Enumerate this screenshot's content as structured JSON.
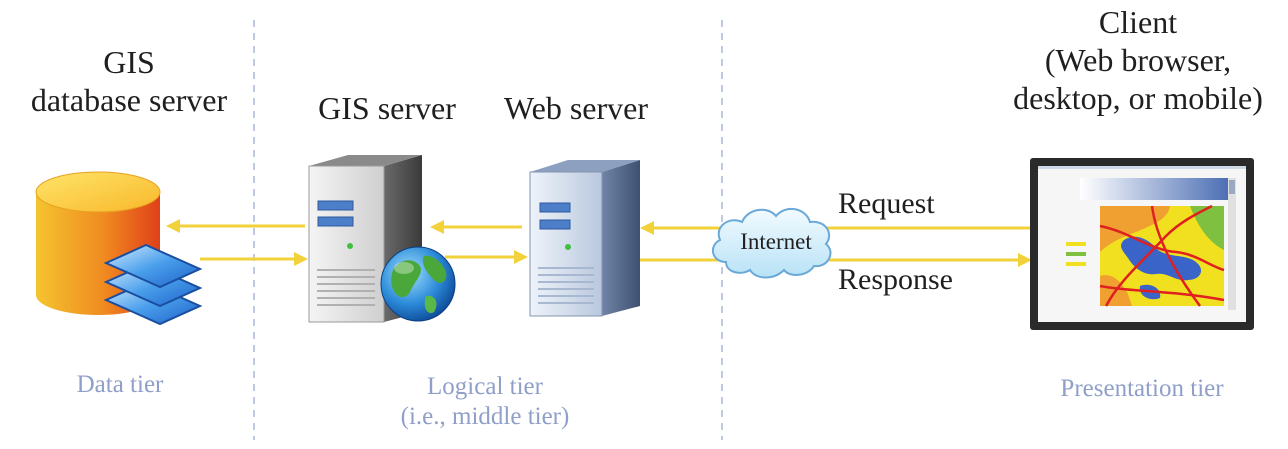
{
  "data_tier": {
    "title_line1": "GIS",
    "title_line2": "database server",
    "tier_label": "Data tier"
  },
  "logical_tier": {
    "gis_server_label": "GIS server",
    "web_server_label": "Web server",
    "tier_label_line1": "Logical tier",
    "tier_label_line2": "(i.e., middle tier)"
  },
  "network": {
    "cloud_label": "Internet",
    "request_label": "Request",
    "response_label": "Response"
  },
  "presentation_tier": {
    "client_line1": "Client",
    "client_line2": "(Web browser,",
    "client_line3": "desktop, or mobile)",
    "tier_label": "Presentation tier"
  },
  "colors": {
    "arrow": "#f2d23a",
    "tier_text": "#8f9fc8",
    "divider": "#a8b8d8",
    "map_land": "#f0e020",
    "map_water": "#3a64c8",
    "map_roads": "#e02020"
  }
}
